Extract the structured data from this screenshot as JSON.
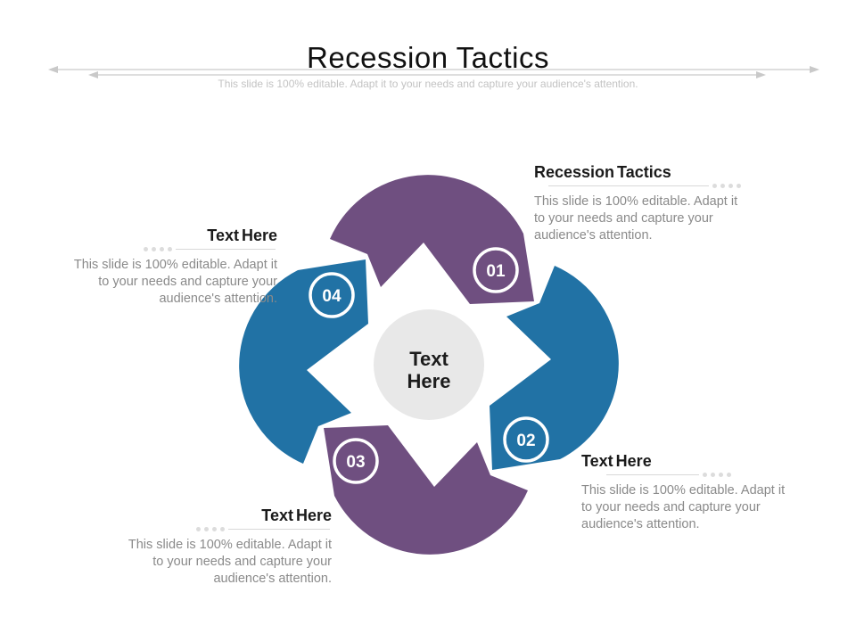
{
  "slide": {
    "title": "Recession Tactics",
    "subtitle": "This slide is 100% editable. Adapt it to your needs and capture your audience's attention.",
    "center": {
      "line1": "Text",
      "line2": "Here"
    },
    "colors": {
      "purple": "#6f4f80",
      "blue": "#2172a5",
      "circle_fill": "#e8e8e8",
      "decor_gray": "#c9c9c9"
    },
    "steps": [
      {
        "number": "01",
        "heading": "Recession Tactics",
        "body": "This slide is 100% editable.  Adapt it to your needs and capture your audience's attention."
      },
      {
        "number": "02",
        "heading": "Text Here",
        "body": "This slide is 100% editable.  Adapt it to your needs and capture your audience's attention."
      },
      {
        "number": "03",
        "heading": "Text Here",
        "body": "This slide is 100% editable.  Adapt it to your needs and capture your audience's attention."
      },
      {
        "number": "04",
        "heading": "Text Here",
        "body": "This slide is 100% editable.  Adapt it to your needs and capture your audience's attention."
      }
    ]
  }
}
